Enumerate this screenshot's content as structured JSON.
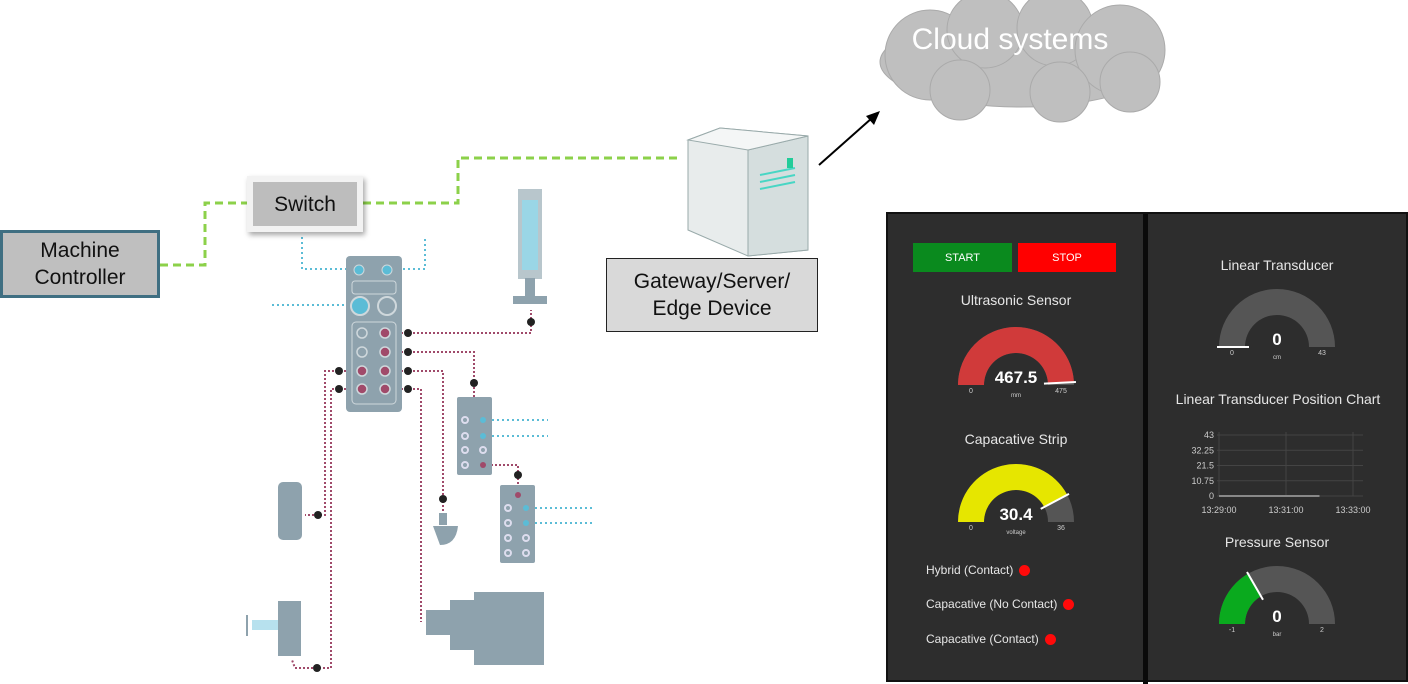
{
  "diagram": {
    "machine_controller": "Machine Controller",
    "switch": "Switch",
    "gateway": "Gateway/Server/ Edge Device",
    "cloud": "Cloud systems"
  },
  "colors": {
    "ethernet": "#8cd14a",
    "io_link": "#a04a6a",
    "fieldbus": "#5bbcd6",
    "device": "#8ea2ad",
    "dashboard_bg": "#2d2d2d"
  },
  "dashboard": {
    "start_label": "START",
    "stop_label": "STOP",
    "start_color": "#0a8a1e",
    "stop_color": "#ff0000",
    "gauges": [
      {
        "title": "Ultrasonic Sensor",
        "value": 467.5,
        "display": "467.5",
        "min": 0,
        "max": 475,
        "min_label": "0",
        "max_label": "475",
        "unit": "mm",
        "color": "#d03a3a"
      },
      {
        "title": "Capacative Strip",
        "value": 30.4,
        "display": "30.4",
        "min": 0,
        "max": 36,
        "min_label": "0",
        "max_label": "36",
        "unit": "voltage",
        "color": "#e6e600"
      },
      {
        "title": "Linear Transducer",
        "value": 0,
        "display": "0",
        "min": 0,
        "max": 43,
        "min_label": "0",
        "max_label": "43",
        "unit": "cm",
        "color": "#777777"
      },
      {
        "title": "Pressure Sensor",
        "value": 0,
        "display": "0",
        "min": -1,
        "max": 2,
        "min_label": "-1",
        "max_label": "2",
        "unit": "bar",
        "color": "#0aaa1e"
      }
    ],
    "indicators": [
      {
        "label": "Hybrid (Contact)",
        "state": "off",
        "color": "#ff0a0a"
      },
      {
        "label": "Capacative (No Contact)",
        "state": "off",
        "color": "#ff0a0a"
      },
      {
        "label": "Capacative (Contact)",
        "state": "off",
        "color": "#ff0a0a"
      }
    ],
    "chart": {
      "title": "Linear Transducer Position Chart",
      "y_ticks": [
        "43",
        "32.25",
        "21.5",
        "10.75",
        "0"
      ],
      "x_ticks": [
        "13:29:00",
        "13:31:00",
        "13:33:00"
      ]
    }
  },
  "chart_data": {
    "type": "line",
    "title": "Linear Transducer Position Chart",
    "ylim": [
      0,
      43
    ],
    "y_ticks": [
      0,
      10.75,
      21.5,
      32.25,
      43
    ],
    "x_ticks": [
      "13:29:00",
      "13:31:00",
      "13:33:00"
    ],
    "series": [
      {
        "x": [
          "13:29:00",
          "13:32:00"
        ],
        "values": [
          0,
          0
        ]
      }
    ],
    "grid": true
  }
}
